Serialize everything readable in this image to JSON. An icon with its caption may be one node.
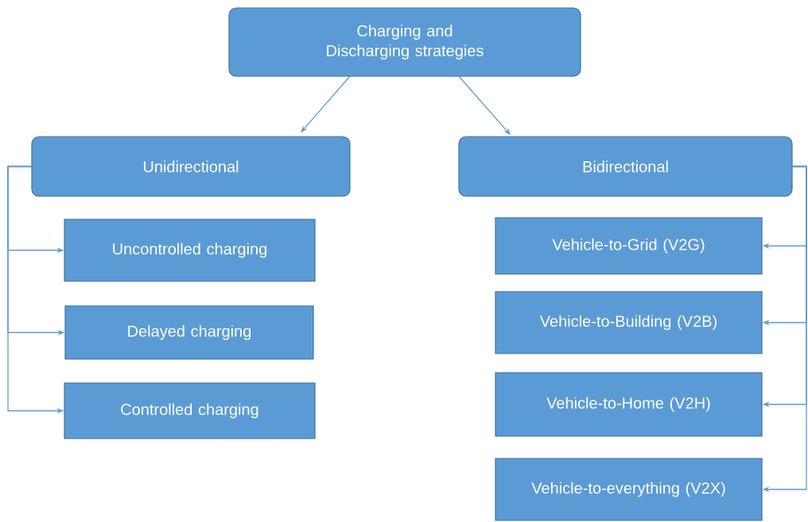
{
  "diagram": {
    "nodes": [
      {
        "text": [
          "Charging and Discharging strategies"
        ]
      },
      {
        "text": [
          "Unidirectional"
        ]
      },
      {
        "text": [
          "Bidirectional"
        ]
      },
      {
        "text": [
          "Uncontrolled charging"
        ]
      },
      {
        "text": [
          "Delayed charging"
        ]
      },
      {
        "text": [
          "Controlled charging"
        ]
      },
      {
        "text": [
          "Vehicle-to-Grid (V2G)"
        ]
      },
      {
        "text": [
          "Vehicle-to-Building (V2B)"
        ]
      },
      {
        "text": [
          "Vehicle-to-Home (V2H)"
        ]
      },
      {
        "text": [
          "Vehicle-to-everything (V2X)"
        ]
      }
    ],
    "edges": [
      {
        "from": 0,
        "to": 1,
        "arrow": "to"
      },
      {
        "from": 0,
        "to": 2,
        "arrow": "to"
      },
      {
        "from": 1,
        "to": 3,
        "arrow": "to"
      },
      {
        "from": 1,
        "to": 4,
        "arrow": "to"
      },
      {
        "from": 1,
        "to": 5,
        "arrow": "to"
      },
      {
        "from": 2,
        "to": 6,
        "arrow": "to"
      },
      {
        "from": 2,
        "to": 7,
        "arrow": "to"
      },
      {
        "from": 2,
        "to": 8,
        "arrow": "to"
      },
      {
        "from": 2,
        "to": 9,
        "arrow": "to"
      }
    ]
  }
}
